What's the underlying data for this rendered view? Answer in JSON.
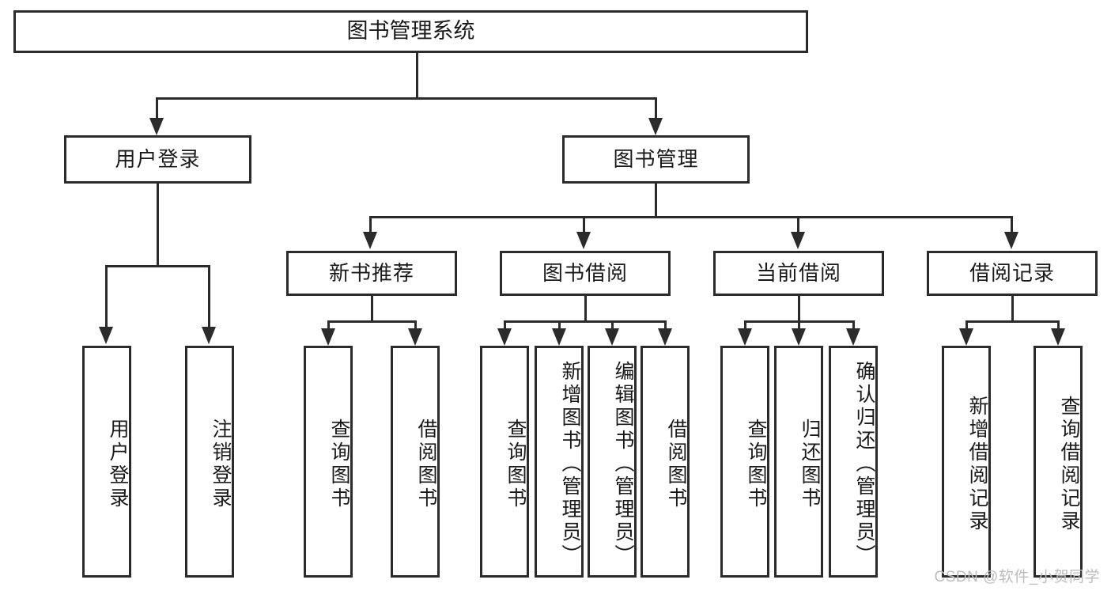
{
  "diagram": {
    "type": "tree",
    "title": "图书管理系统",
    "root": {
      "label": "图书管理系统"
    },
    "level2": [
      {
        "label": "用户登录"
      },
      {
        "label": "图书管理"
      }
    ],
    "level3": [
      {
        "label": "新书推荐"
      },
      {
        "label": "图书借阅"
      },
      {
        "label": "当前借阅"
      },
      {
        "label": "借阅记录"
      }
    ],
    "leaves": {
      "user_login": [
        {
          "label": "用户登录"
        },
        {
          "label": "注销登录"
        }
      ],
      "new_book_recommend": [
        {
          "label": "查询图书"
        },
        {
          "label": "借阅图书"
        }
      ],
      "book_borrow": [
        {
          "label": "查询图书"
        },
        {
          "label": "新增图书（管理员）"
        },
        {
          "label": "编辑图书（管理员）"
        },
        {
          "label": "借阅图书"
        }
      ],
      "current_borrow": [
        {
          "label": "查询图书"
        },
        {
          "label": "归还图书"
        },
        {
          "label": "确认归还（管理员）"
        }
      ],
      "borrow_record": [
        {
          "label": "新增借阅记录"
        },
        {
          "label": "查询借阅记录"
        }
      ]
    }
  },
  "watermark": {
    "text": "CSDN @软件_小贺同学"
  },
  "colors": {
    "stroke": "#2b2b2b",
    "background": "#ffffff",
    "text": "#1a1a1a",
    "watermark": "#bdbdbd"
  }
}
